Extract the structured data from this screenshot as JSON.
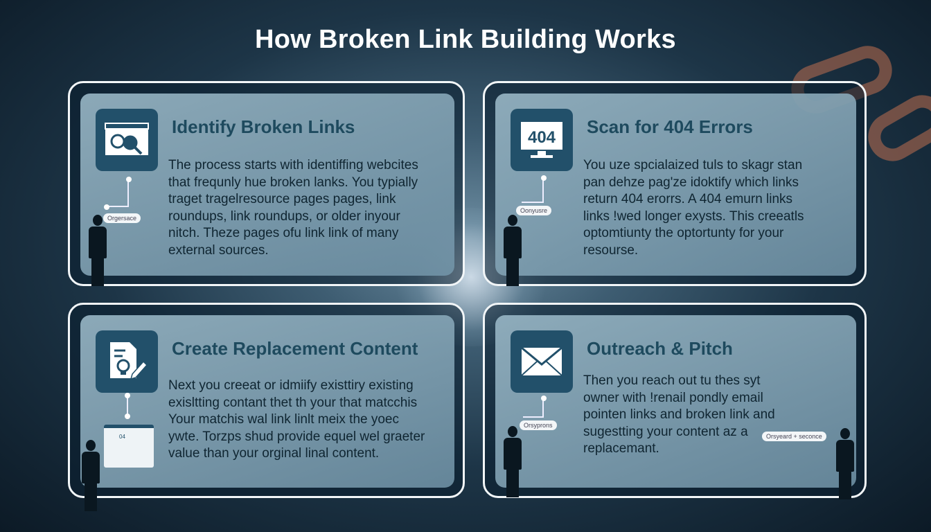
{
  "title": "How Broken Link Building Works",
  "steps": [
    {
      "title": "Identify Broken Links",
      "icon": "browser-magnifier-icon",
      "lines": [
        "The process starts with identiffing webcites",
        "that frequnly hue broken lanks. You typially",
        "traget tragelresource pages  pages, link",
        "roundups, link roundups, or older inyour",
        "nitch. Theze pages ofu link  link of many",
        "external sources."
      ],
      "labels": [
        "Orgersace"
      ]
    },
    {
      "title": "Scan for 404 Errors",
      "icon": "monitor-404-icon",
      "icon_text": "404",
      "lines": [
        "You uze spcialaized tuls to skagr stan",
        "pan dehze pag'ze idoktify which links",
        "return 404 erorrs. A 404  emurn links",
        "links !wed longer exysts. This creeatls",
        "optomtiunty the optortunty for your",
        "resourse."
      ],
      "labels": [
        "Oonyusre"
      ]
    },
    {
      "title": "Create Replacement Content",
      "icon": "document-idea-pencil-icon",
      "lines": [
        "Next you creeat or idmiify existtiry existing",
        "exisltting contant thet th your that matcchis",
        "Your  matchis wal link linlt meix the yoec",
        "ywte. Torzps shud provide equel wel graeter",
        "value than your orginal linal content."
      ],
      "labels": [
        "04"
      ]
    },
    {
      "title": "Outreach & Pitch",
      "icon": "envelope-icon",
      "lines": [
        "Then you reach out tu thes syt",
        "owner with !renail pondly email",
        "pointen links and  broken link  and",
        "sugestting your content az a",
        "replacemant."
      ],
      "labels": [
        "Orsyprons",
        "Orsyeard + seconce"
      ]
    }
  ],
  "colors": {
    "title": "#1e4a5e",
    "icon_bg": "#22506a",
    "accent": "#c07050"
  }
}
